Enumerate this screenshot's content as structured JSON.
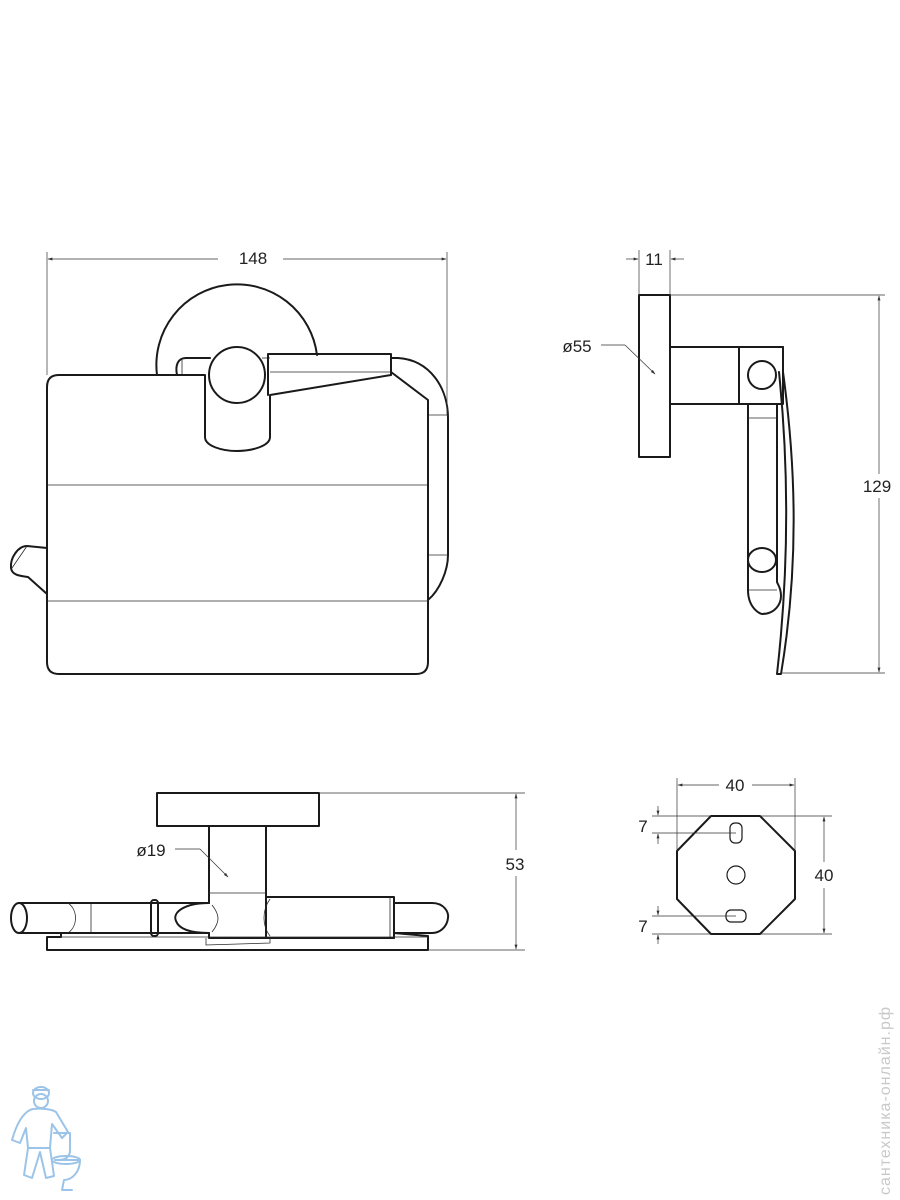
{
  "dimensions": {
    "front_width": "148",
    "side_depth": "11",
    "side_height": "129",
    "flange_diameter": "ø55",
    "top_height": "53",
    "rod_diameter": "ø19",
    "plate_width": "40",
    "plate_height": "40",
    "slot_offset_top": "7",
    "slot_offset_bottom": "7"
  },
  "watermark": {
    "text": "сантехника-онлайн.рф"
  },
  "colors": {
    "line": "#1a1a1a",
    "dimension": "#333333",
    "logo": "#9cc4e8",
    "watermark": "#c9c9c9"
  }
}
